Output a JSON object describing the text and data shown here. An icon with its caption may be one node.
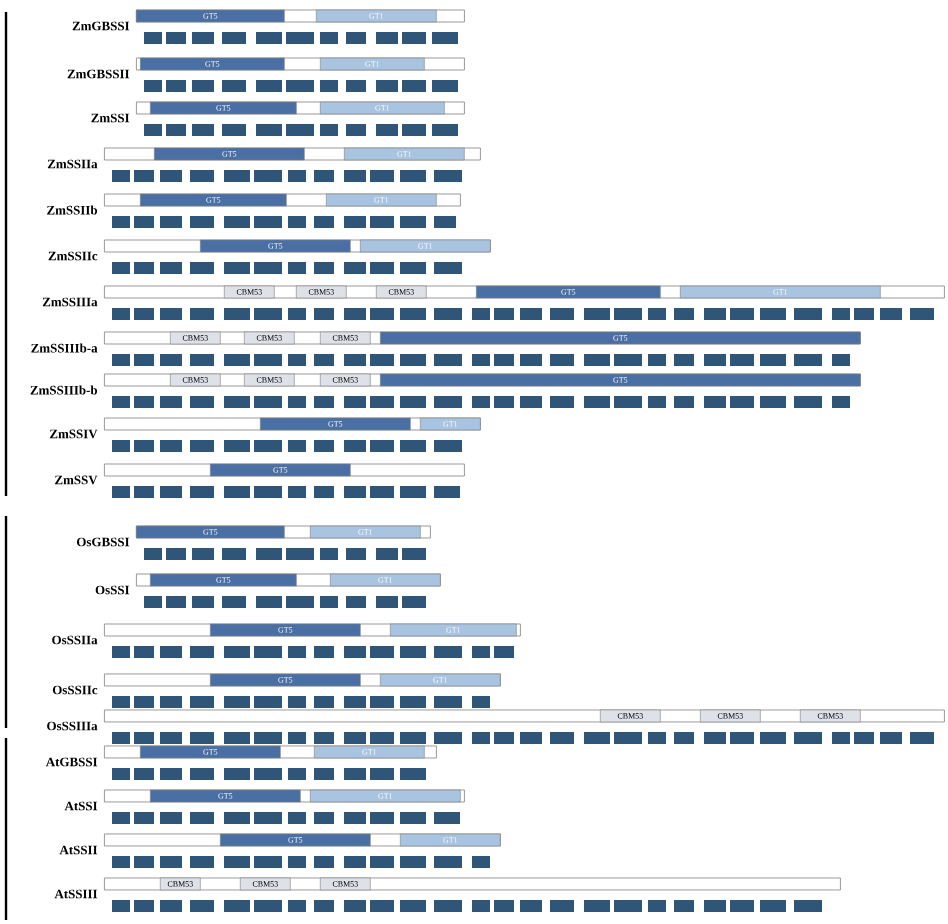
{
  "diagram": {
    "nodes": [
      {
        "text": [
          "ZmGBSSI"
        ]
      },
      {
        "text": [
          "GT5"
        ],
        "in": 0
      },
      {
        "text": [
          "GT1"
        ],
        "in": 0
      },
      {
        "text": [
          "ZmGBSSII"
        ]
      },
      {
        "text": [
          "GT5"
        ],
        "in": 3
      },
      {
        "text": [
          "GT1"
        ],
        "in": 3
      },
      {
        "text": [
          "ZmSSI"
        ]
      },
      {
        "text": [
          "GT5"
        ],
        "in": 6
      },
      {
        "text": [
          "GT1"
        ],
        "in": 6
      },
      {
        "text": [
          "ZmSSIIa"
        ]
      },
      {
        "text": [
          "GT5"
        ],
        "in": 9
      },
      {
        "text": [
          "GT1"
        ],
        "in": 9
      },
      {
        "text": [
          "ZmSSIIb"
        ]
      },
      {
        "text": [
          "GT5"
        ],
        "in": 12
      },
      {
        "text": [
          "GT1"
        ],
        "in": 12
      },
      {
        "text": [
          "ZmSSIIc"
        ]
      },
      {
        "text": [
          "GT5"
        ],
        "in": 15
      },
      {
        "text": [
          "GT1"
        ],
        "in": 15
      },
      {
        "text": [
          "ZmSSIIIa"
        ]
      },
      {
        "text": [
          "CBM53"
        ],
        "in": 18
      },
      {
        "text": [
          "CBM53"
        ],
        "in": 18
      },
      {
        "text": [
          "CBM53"
        ],
        "in": 18
      },
      {
        "text": [
          "GT5"
        ],
        "in": 18
      },
      {
        "text": [
          "GT1"
        ],
        "in": 18
      },
      {
        "text": [
          "ZmSSIIIb-a"
        ]
      },
      {
        "text": [
          "CBM53"
        ],
        "in": 24
      },
      {
        "text": [
          "CBM53"
        ],
        "in": 24
      },
      {
        "text": [
          "CBM53"
        ],
        "in": 24
      },
      {
        "text": [
          "GT5"
        ],
        "in": 24
      },
      {
        "text": [
          "ZmSSIIIb-b"
        ]
      },
      {
        "text": [
          "CBM53"
        ],
        "in": 29
      },
      {
        "text": [
          "CBM53"
        ],
        "in": 29
      },
      {
        "text": [
          "CBM53"
        ],
        "in": 29
      },
      {
        "text": [
          "GT5"
        ],
        "in": 29
      },
      {
        "text": [
          "ZmSSIV"
        ]
      },
      {
        "text": [
          "GT5"
        ],
        "in": 34
      },
      {
        "text": [
          "GT1"
        ],
        "in": 34
      },
      {
        "text": [
          "ZmSSV"
        ]
      },
      {
        "text": [
          "GT5"
        ],
        "in": 37
      },
      {
        "text": [
          "OsGBSSI"
        ]
      },
      {
        "text": [
          "GT5"
        ],
        "in": 39
      },
      {
        "text": [
          "GT1"
        ],
        "in": 39
      },
      {
        "text": [
          "OsSSI"
        ]
      },
      {
        "text": [
          "GT5"
        ],
        "in": 42
      },
      {
        "text": [
          "GT1"
        ],
        "in": 42
      },
      {
        "text": [
          "OsSSIIa"
        ]
      },
      {
        "text": [
          "GT5"
        ],
        "in": 45
      },
      {
        "text": [
          "GT1"
        ],
        "in": 45
      },
      {
        "text": [
          "OsSSIIc"
        ]
      },
      {
        "text": [
          "GT5"
        ],
        "in": 48
      },
      {
        "text": [
          "GT1"
        ],
        "in": 48
      },
      {
        "text": [
          "OsSSIIIa"
        ]
      },
      {
        "text": [
          "CBM53"
        ],
        "in": 51
      },
      {
        "text": [
          "CBM53"
        ],
        "in": 51
      },
      {
        "text": [
          "CBM53"
        ],
        "in": 51
      },
      {
        "text": [
          "AtGBSSI"
        ]
      },
      {
        "text": [
          "GT5"
        ],
        "in": 55
      },
      {
        "text": [
          "GT1"
        ],
        "in": 55
      },
      {
        "text": [
          "AtSSI"
        ]
      },
      {
        "text": [
          "GT5"
        ],
        "in": 58
      },
      {
        "text": [
          "GT1"
        ],
        "in": 58
      },
      {
        "text": [
          "AtSSII"
        ]
      },
      {
        "text": [
          "GT5"
        ],
        "in": 61
      },
      {
        "text": [
          "GT1"
        ],
        "in": 61
      },
      {
        "text": [
          "AtSSIII"
        ]
      },
      {
        "text": [
          "CBM53"
        ],
        "in": 64
      },
      {
        "text": [
          "CBM53"
        ],
        "in": 64
      },
      {
        "text": [
          "CBM53"
        ],
        "in": 64
      }
    ]
  }
}
